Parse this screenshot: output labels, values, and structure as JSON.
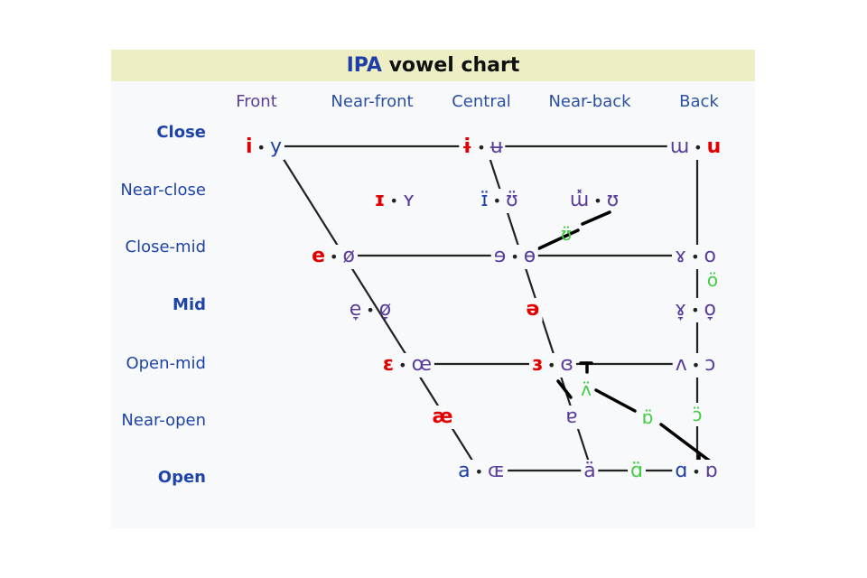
{
  "title": {
    "part1": "IPA",
    "part2": "vowel chart"
  },
  "columns": [
    "Front",
    "Near-front",
    "Central",
    "Near-back",
    "Back"
  ],
  "rows": [
    "Close",
    "Near-close",
    "Close-mid",
    "Mid",
    "Open-mid",
    "Near-open",
    "Open"
  ],
  "vowels": {
    "close_front": [
      "i",
      "y"
    ],
    "close_central": [
      "ɨ",
      "ʉ"
    ],
    "close_back": [
      "ɯ",
      "u"
    ],
    "nearclose_front": [
      "ɪ",
      "ʏ"
    ],
    "nearclose_central": [
      "ɪ̈",
      "ʊ̈"
    ],
    "nearclose_back": [
      "ɯ̽",
      "ʊ"
    ],
    "nearclose_back_green": "ʊ̈",
    "closemid_front": [
      "e",
      "ø"
    ],
    "closemid_central": [
      "ɘ",
      "ɵ"
    ],
    "closemid_back": [
      "ɤ",
      "o"
    ],
    "closemid_back_green": "ö",
    "mid_front": [
      "e̞",
      "ø̞"
    ],
    "mid_central": "ə",
    "mid_back": [
      "ɤ̞",
      "o̞"
    ],
    "openmid_front": [
      "ɛ",
      "œ"
    ],
    "openmid_central": [
      "ɜ",
      "ɞ"
    ],
    "openmid_back": [
      "ʌ",
      "ɔ"
    ],
    "openmid_green": "ʌ̈",
    "nearopen_front": "æ",
    "nearopen_central": "ɐ",
    "nearopen_green1": "ɒ̈",
    "nearopen_green2": "ɔ̈",
    "open_front": [
      "a",
      "ɶ"
    ],
    "open_central": "ä",
    "open_green": "ɑ̈",
    "open_back": [
      "ɑ",
      "ɒ"
    ]
  },
  "separator": "•"
}
